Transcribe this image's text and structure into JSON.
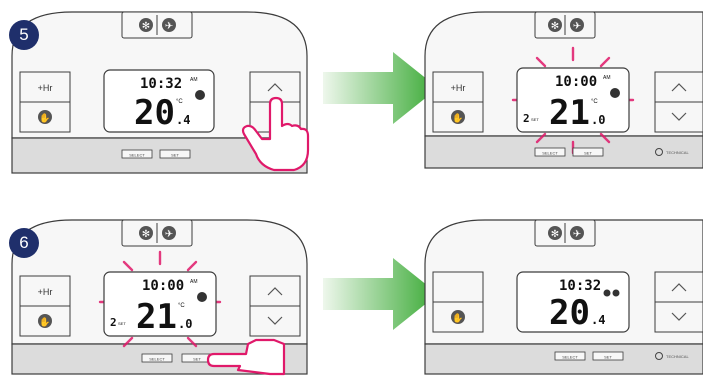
{
  "steps": [
    {
      "number": "5",
      "before": {
        "time": "10:32",
        "am": "AM",
        "temp_int": "20",
        "temp_dec": ".4",
        "unit": "°C",
        "plus_hr": "+Hr",
        "select": "SELECT",
        "set": "SET"
      },
      "after": {
        "time": "10:00",
        "am": "AM",
        "temp_int": "21",
        "temp_dec": ".0",
        "unit": "°C",
        "set_digit": "2",
        "set_tag": "SET",
        "plus_hr": "+Hr",
        "select": "SELECT",
        "set": "SET",
        "technical": "TECHNICAL"
      }
    },
    {
      "number": "6",
      "before": {
        "time": "10:00",
        "am": "AM",
        "temp_int": "21",
        "temp_dec": ".0",
        "unit": "°C",
        "set_digit": "2",
        "set_tag": "SET",
        "plus_hr": "+Hr",
        "select": "SELECT",
        "set": "SET"
      },
      "after": {
        "time": "10:32",
        "temp_int": "20",
        "temp_dec": ".4",
        "select": "SELECT",
        "set": "SET",
        "technical": "TECHNICAL"
      }
    }
  ],
  "colors": {
    "badge": "#1f2f6b",
    "flash": "#e0196a",
    "hand": "#e0196a",
    "arrow_dark": "#3aaa35",
    "arrow_light": "#e6f3e2",
    "body": "#f7f7f7",
    "base": "#dcdcdc",
    "outline": "#3c3c3c"
  },
  "icons": [
    "snowflake-icon",
    "airplane-icon",
    "hand-icon",
    "up-arrow-icon",
    "down-arrow-icon",
    "pointing-hand-icon"
  ]
}
